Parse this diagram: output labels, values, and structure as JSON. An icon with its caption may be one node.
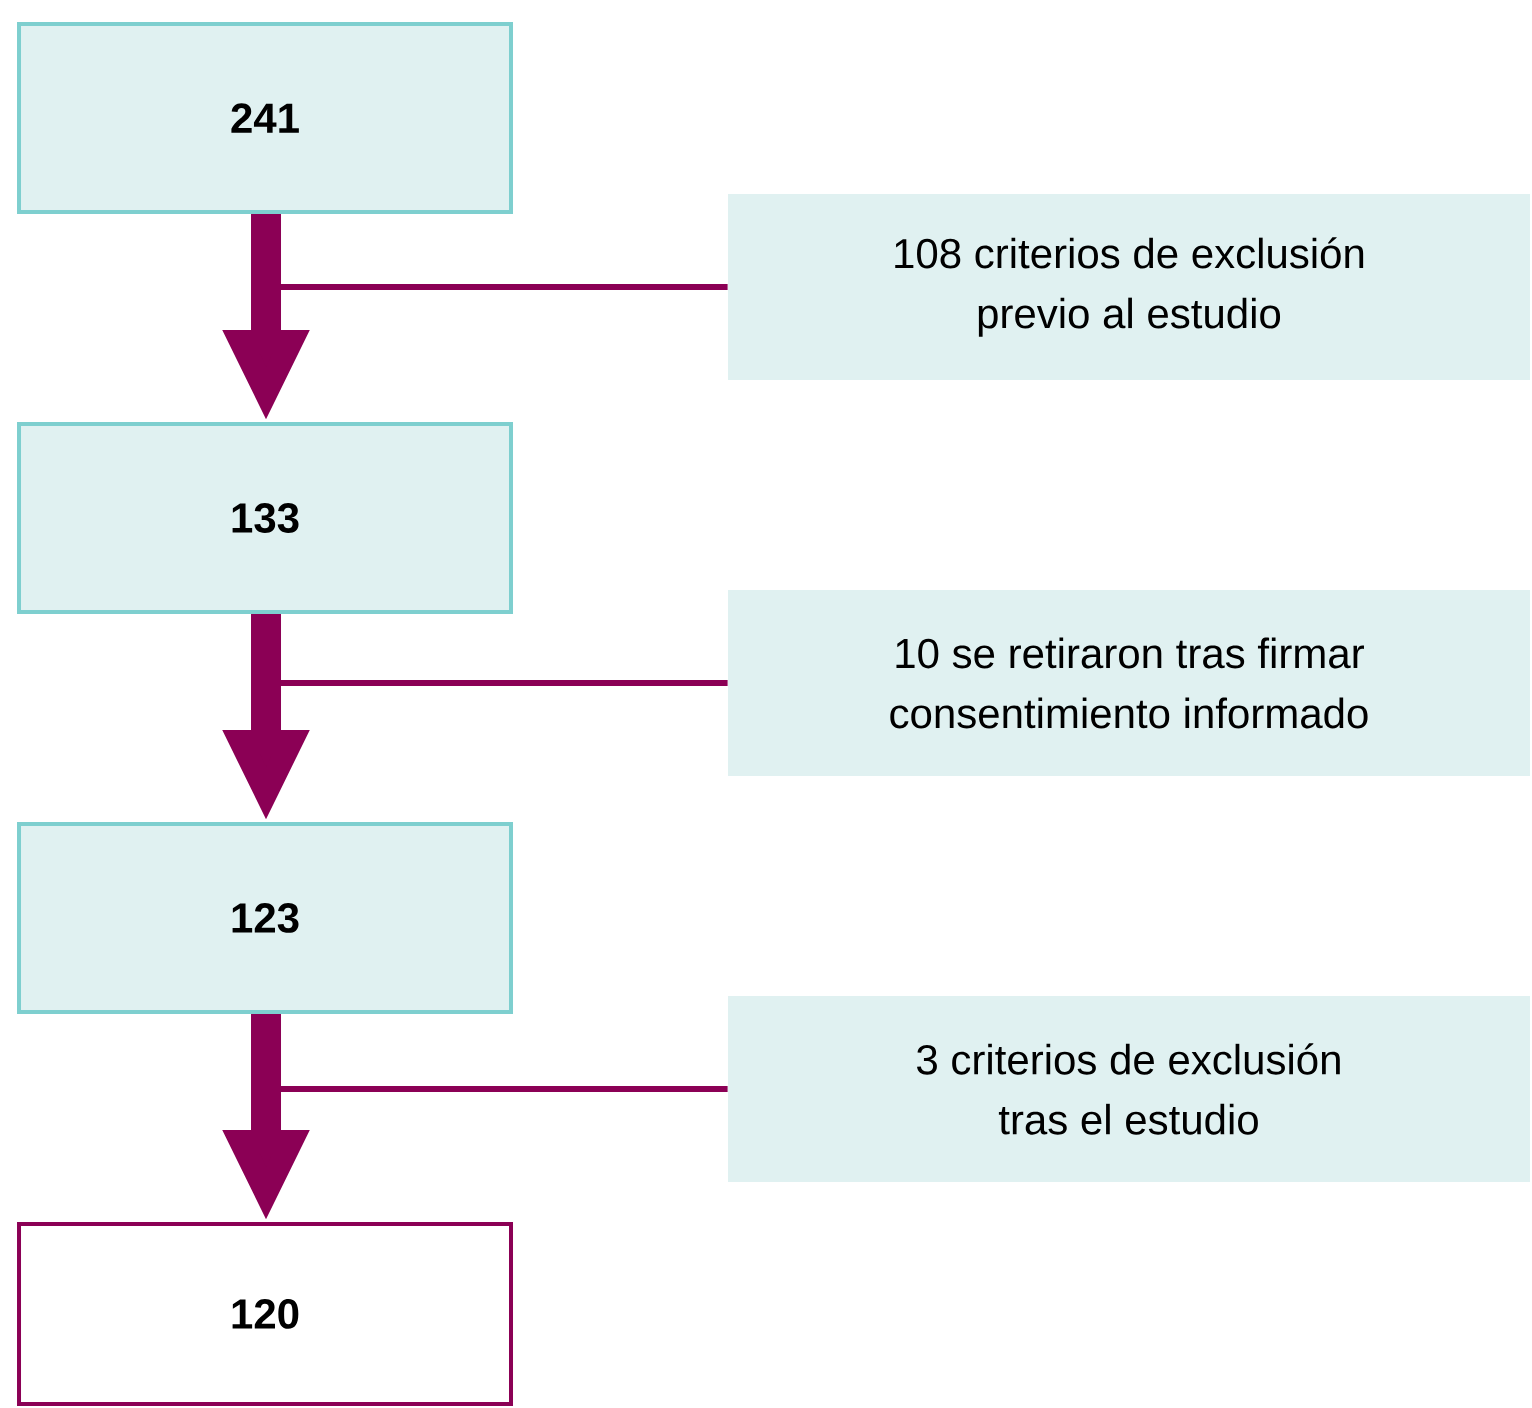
{
  "diagram": {
    "nodes": [
      {
        "text": [
          "241"
        ]
      },
      {
        "text": [
          "108 criterios de exclusión previo al estudio"
        ]
      },
      {
        "text": [
          "133"
        ]
      },
      {
        "text": [
          "10 se retiraron tras firmar consentimiento informado"
        ]
      },
      {
        "text": [
          "123"
        ]
      },
      {
        "text": [
          "3 criterios de exclusión tras el estudio"
        ]
      },
      {
        "text": [
          "120"
        ]
      }
    ],
    "edges": [
      {
        "from": 0,
        "to": 2,
        "arrow": "to",
        "style": "thick"
      },
      {
        "from": null,
        "to": 1,
        "arrow": "none"
      },
      {
        "from": 2,
        "to": 4,
        "arrow": "to",
        "style": "thick"
      },
      {
        "from": null,
        "to": 3,
        "arrow": "none"
      },
      {
        "from": 4,
        "to": 6,
        "arrow": "to",
        "style": "thick"
      },
      {
        "from": null,
        "to": 5,
        "arrow": "none"
      }
    ]
  }
}
